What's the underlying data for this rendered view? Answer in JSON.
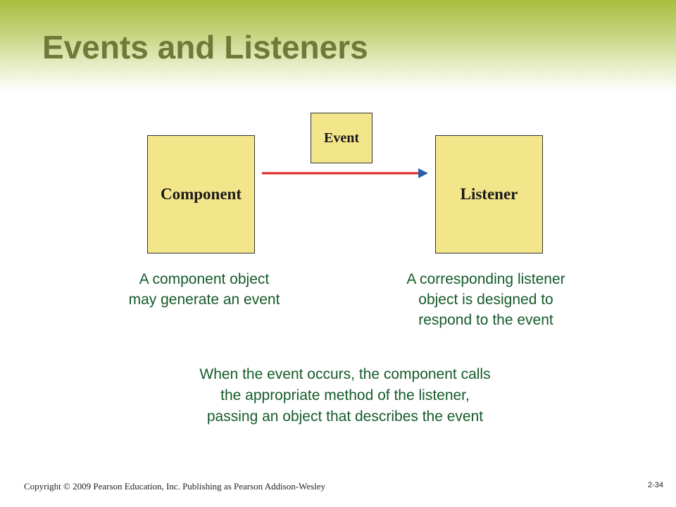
{
  "slide": {
    "title": "Events and Listeners"
  },
  "diagram": {
    "component_label": "Component",
    "event_label": "Event",
    "listener_label": "Listener",
    "arrow_color": "#e02020",
    "box_fill": "#f3e68a"
  },
  "captions": {
    "component": [
      "A component object",
      "may generate an event"
    ],
    "listener": [
      "A corresponding listener",
      "object is designed to",
      "respond to the event"
    ],
    "bottom": [
      "When the event occurs, the component calls",
      "the appropriate method of the listener,",
      "passing an object that describes the event"
    ]
  },
  "footer": {
    "copyright": "Copyright © 2009 Pearson Education, Inc. Publishing as Pearson Addison-Wesley",
    "page_number": "2-34"
  },
  "colors": {
    "title": "#6f7a38",
    "caption_text": "#155a2a",
    "header_band": "#a9bd3e"
  }
}
